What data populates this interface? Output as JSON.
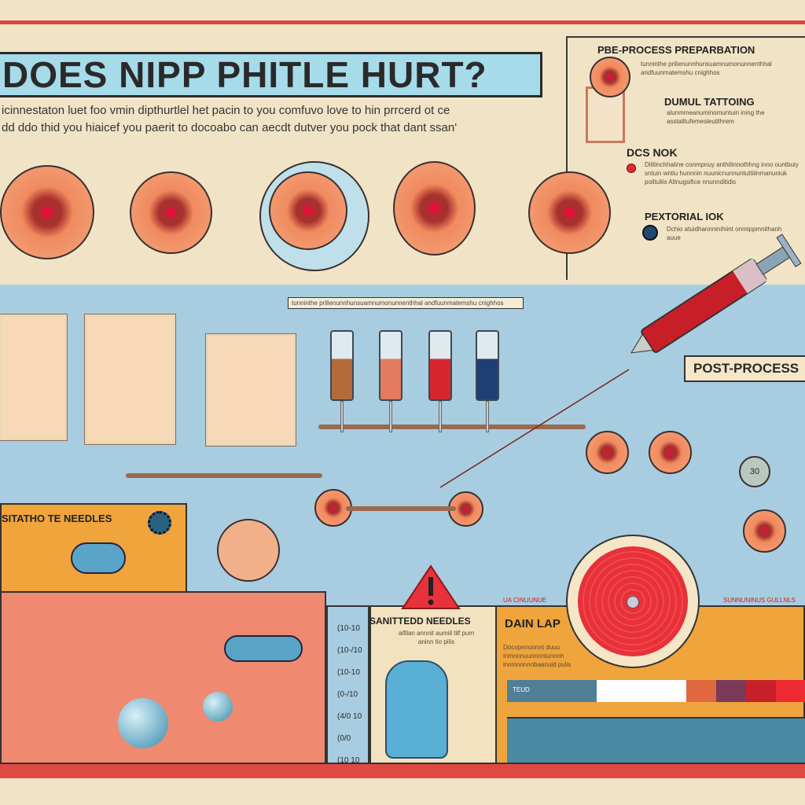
{
  "title": "DOES NIPP PHITLE HURT?",
  "subtitle": [
    "icinnestaton luet foo vmin dipthurtlel het pacin to you comfuvo love to hin prrcerd ot ce",
    "dd ddo thid you hiaicef you paerit to docoabo can aecdt dutver you pock that dant ssan'"
  ],
  "right_panel": {
    "sections": [
      {
        "heading": "PBE-PROCESS PREPARBATION",
        "text": "tunninthe prilienunnhunsuamnumonunnenthhal andfuunmatemshu cnighhos"
      },
      {
        "heading": "DUMUL TATTOING",
        "text": "alunmmeanuminomuntuin ining the asstalitufemesleutilhrem"
      },
      {
        "heading": "DCS NOK",
        "text": "Dilitinchhatine conmpnuy anthitinnothhng inno ountbuiy sntuin wntiu hunnnin nuunicnunnuntuttiiinmanuniuk poiltuliis Altnugsifice nnunnditidis"
      },
      {
        "heading": "PEXTORIAL IOK",
        "text": "Dchio atuidhannninihiint onmippmnithanh auue"
      }
    ]
  },
  "post_process": "POST-PROCESS",
  "panels": {
    "tattoo_needles": "SITATHO TE NEEDLES",
    "sanitized_needles": {
      "heading": "SANITTEDD NEEDLES",
      "text": "alfilan annnit aumiil tilf pum aninn tio pilis"
    },
    "pain_map": {
      "heading": "DAIN LAP",
      "text": "Docopnnunnnt duuu inmnnnuunnnntunnnh inninnnnnnbaanuid pulis",
      "badge": "UA CINUUNUE",
      "badge2": "SUNNUNINUS GULLNLS"
    }
  },
  "scale_labels": [
    "(10-10",
    "(10-/10",
    "(10-10",
    "(0-/10",
    "(4/0 10",
    "(0/0",
    "(10 10"
  ],
  "pain_bar": {
    "row_label": "TEUD",
    "colors": [
      "#4f7f96",
      "#4f7f96",
      "#4f7f96",
      "#ffffff",
      "#ffffff",
      "#ffffff",
      "#e0683e",
      "#7b3a5a",
      "#c8202a",
      "#ee2b32"
    ]
  },
  "colors": {
    "title_bg": "#a6dbea",
    "band_blue": "#a9cde0",
    "panel_orange": "#f0a43c",
    "panel_salmon": "#ef8a70",
    "accent_red": "#de4a43"
  },
  "icons": [
    "syringe-icon",
    "warning-icon",
    "glove-icon",
    "virus-icon"
  ]
}
